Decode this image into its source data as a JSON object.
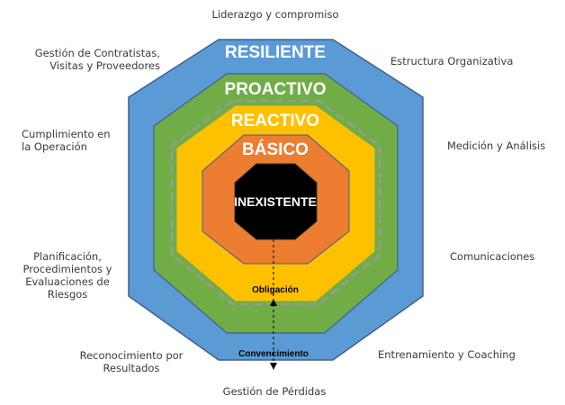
{
  "levels": {
    "resiliente": "RESILIENTE",
    "proactivo": "PROACTIVO",
    "reactivo": "REACTIVO",
    "basico": "BÁSICO",
    "inexistente": "INEXISTENTE"
  },
  "annotations": {
    "obligacion": "Obligación",
    "convencimiento": "Convencimiento"
  },
  "outer_labels": {
    "top": "Liderazgo y compromiso",
    "top_left": [
      "Gestión de Contratistas,",
      "Visitas y Proveedores"
    ],
    "top_right": "Estructura Organizativa",
    "left_upper": [
      "Cumplimiento en",
      "la Operación"
    ],
    "right_upper": "Medición y Análisis",
    "left_lower": [
      "Planificación,",
      "Procedimientos y",
      "Evaluaciones de",
      "Riesgos"
    ],
    "right_lower": "Comunicaciones",
    "bottom_left": [
      "Reconocimiento por",
      "Resultados"
    ],
    "bottom_right": "Entrenamiento y Coaching",
    "bottom": "Gestión de Pérdidas"
  },
  "colors": {
    "resiliente": "#5b9bd5",
    "proactivo": "#70ad47",
    "reactivo": "#ffc000",
    "basico": "#ed7d31",
    "inexistente": "#000000",
    "outline": "#3f5f8f",
    "dashed": "#9a9a9a"
  }
}
